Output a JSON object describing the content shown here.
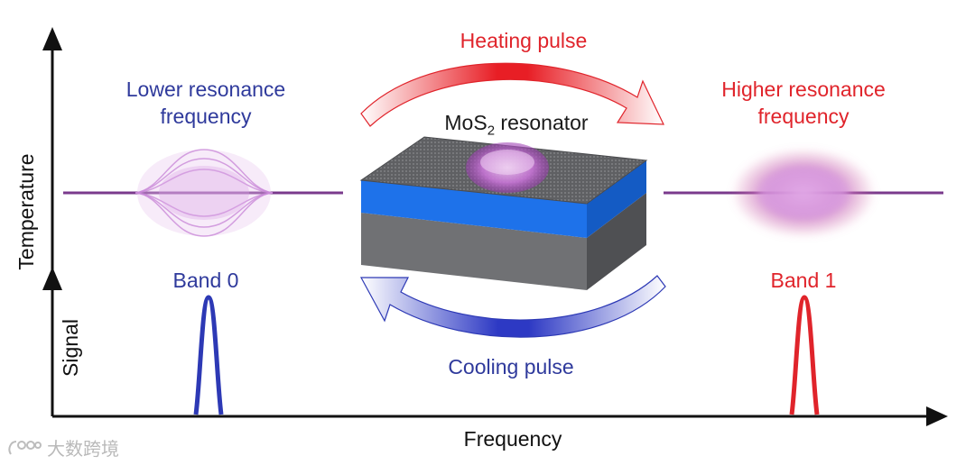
{
  "labels": {
    "heating_pulse": "Heating pulse",
    "cooling_pulse": "Cooling pulse",
    "lower_resonance_line1": "Lower resonance",
    "lower_resonance_line2": "frequency",
    "higher_resonance_line1": "Higher resonance",
    "higher_resonance_line2": "frequency",
    "resonator_prefix": "MoS",
    "resonator_subscript": "2",
    "resonator_suffix": " resonator",
    "band0": "Band 0",
    "band1": "Band 1"
  },
  "axes": {
    "x_label": "Frequency",
    "y_upper_label": "Temperature",
    "y_lower_label": "Signal"
  },
  "watermark": {
    "text": "大数跨境"
  },
  "colors": {
    "blue": "#2f3a9c",
    "red": "#e0242b",
    "purple": "#a03fb0",
    "layer_blue": "#1e6fe8",
    "membrane_gray": "#6e6e70"
  }
}
